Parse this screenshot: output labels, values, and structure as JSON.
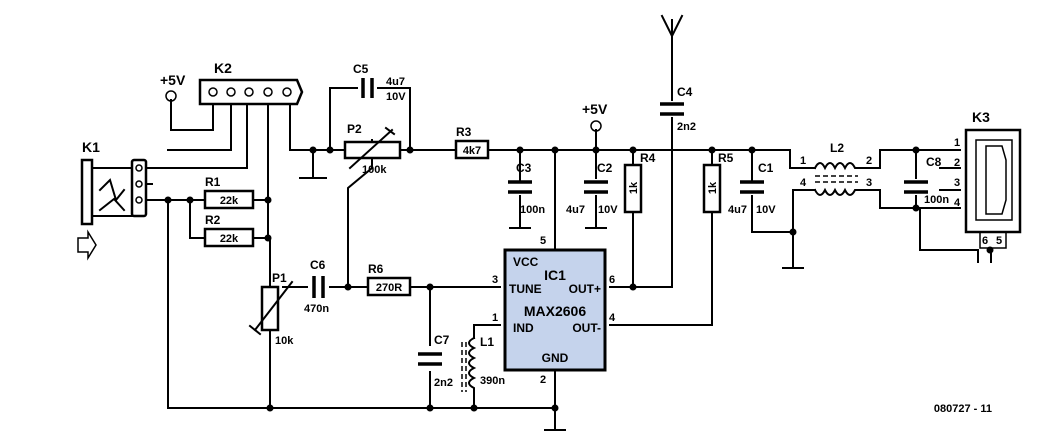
{
  "labels": {
    "k1": "K1",
    "k2": "K2",
    "k3": "K3",
    "vplus_k2": "+5V",
    "vplus_ic": "+5V",
    "r1": "R1",
    "r1_val": "22k",
    "r2": "R2",
    "r2_val": "22k",
    "p1": "P1",
    "p1_val": "10k",
    "p2": "P2",
    "p2_val": "100k",
    "c5": "C5",
    "c5_val1": "4u7",
    "c5_val2": "10V",
    "r3": "R3",
    "r3_val": "4k7",
    "c3": "C3",
    "c3_val": "100n",
    "c2": "C2",
    "c2_val1": "4u7",
    "c2_val2": "10V",
    "r4": "R4",
    "r4_val": "1k",
    "c4": "C4",
    "c4_val": "2n2",
    "r5": "R5",
    "r5_val": "1k",
    "c1": "C1",
    "c1_val1": "4u7",
    "c1_val2": "10V",
    "l2": "L2",
    "c8": "C8",
    "c8_val": "100n",
    "c6": "C6",
    "c6_val": "470n",
    "r6": "R6",
    "r6_val": "270R",
    "c7": "C7",
    "c7_val": "2n2",
    "l1": "L1",
    "l1_val": "390n",
    "ic1_vcc": "VCC",
    "ic1_name": "IC1",
    "ic1_tune": "TUNE",
    "ic1_outp": "OUT+",
    "ic1_part": "MAX2606",
    "ic1_ind": "IND",
    "ic1_outm": "OUT-",
    "ic1_gnd": "GND",
    "pin_ic_5": "5",
    "pin_ic_3": "3",
    "pin_ic_1": "1",
    "pin_ic_6": "6",
    "pin_ic_4": "4",
    "pin_ic_2": "2",
    "pin_l2_1": "1",
    "pin_l2_2": "2",
    "pin_l2_4": "4",
    "pin_l2_3": "3",
    "pin_k3_1": "1",
    "pin_k3_2": "2",
    "pin_k3_3": "3",
    "pin_k3_4": "4",
    "pin_k3_5": "5",
    "pin_k3_6": "6",
    "figure_id": "080727 - 11"
  }
}
